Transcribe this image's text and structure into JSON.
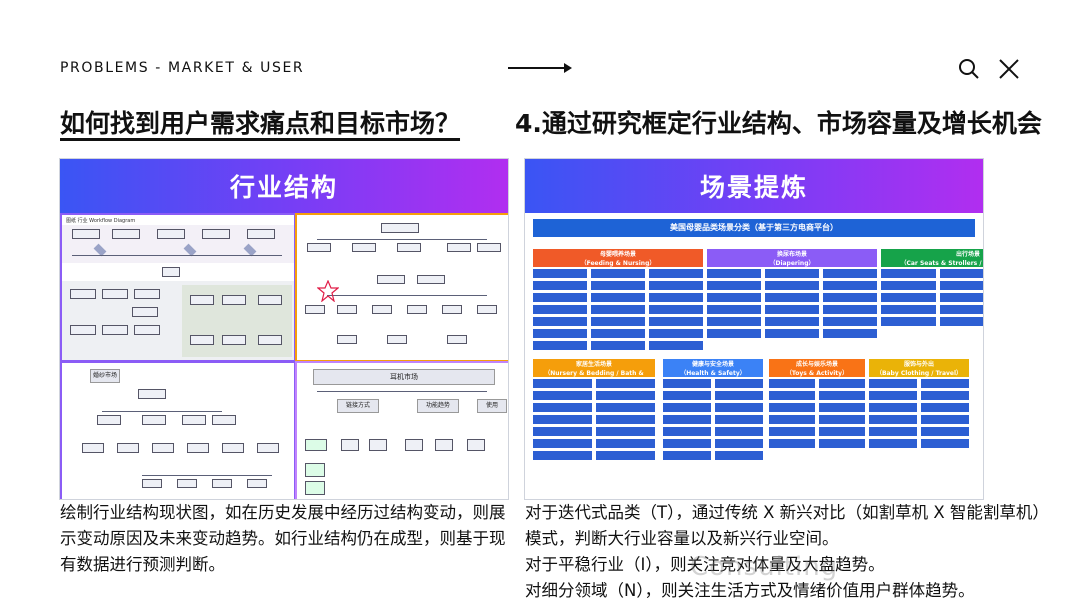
{
  "header": {
    "section_label": "PROBLEMS - MARKET & USER"
  },
  "headline": {
    "left": "如何找到用户需求痛点和目标市场？",
    "right": "4.通过研究框定行业结构、市场容量及增长机会"
  },
  "cards": {
    "left": {
      "title": "行业结构",
      "thumbnail_labels": {
        "q1_title": "图纸 行业 Workflow Diagram",
        "q3_top_node": "婚纱市场",
        "q4_title": "耳机市场",
        "q4_branch_1": "链接方式",
        "q4_branch_2": "功能趋势",
        "q4_branch_3": "使用"
      }
    },
    "right": {
      "title": "场景提炼",
      "map_title": "美国母婴品类场景分类（基于第三方电商平台）",
      "top_categories": [
        {
          "name": "母婴喂养场景",
          "en": "（Feeding & Nursing）",
          "color": "#f05a28"
        },
        {
          "name": "换尿布场景",
          "en": "（Diapering）",
          "color": "#8b5cf6"
        },
        {
          "name": "出行场景",
          "en": "（Car Seats & Strollers / Travel & Gear）",
          "color": "#16a34a"
        }
      ],
      "bottom_categories": [
        {
          "name": "家居生活场景",
          "en": "（Nursery & Bedding / Bath & Potty）",
          "color": "#f59e0b"
        },
        {
          "name": "健康与安全场景",
          "en": "（Health & Safety）",
          "color": "#3b82f6"
        },
        {
          "name": "成长与娱乐场景",
          "en": "（Toys & Activity）",
          "color": "#f97316"
        },
        {
          "name": "服饰与外出",
          "en": "（Baby Clothing / Travel）",
          "color": "#eab308"
        }
      ]
    }
  },
  "captions": {
    "left": "绘制行业结构现状图，如在历史发展中经历过结构变动，则展示变动原因及未来变动趋势。如行业结构仍在成型，则基于现有数据进行预测判断。",
    "right_line1": "对于迭代式品类（T），通过传统 X 新兴对比（如割草机 X 智能割草机）模式，判断大行业容量以及新兴行业空间。",
    "right_line2": "对于平稳行业（I），则关注竞对体量及大盘趋势。",
    "right_line3": "对细分领域（N），则关注生活方式及情绪价值用户群体趋势。"
  },
  "watermark": "Consulting",
  "icons": {
    "search": "search-icon",
    "close": "close-icon"
  }
}
